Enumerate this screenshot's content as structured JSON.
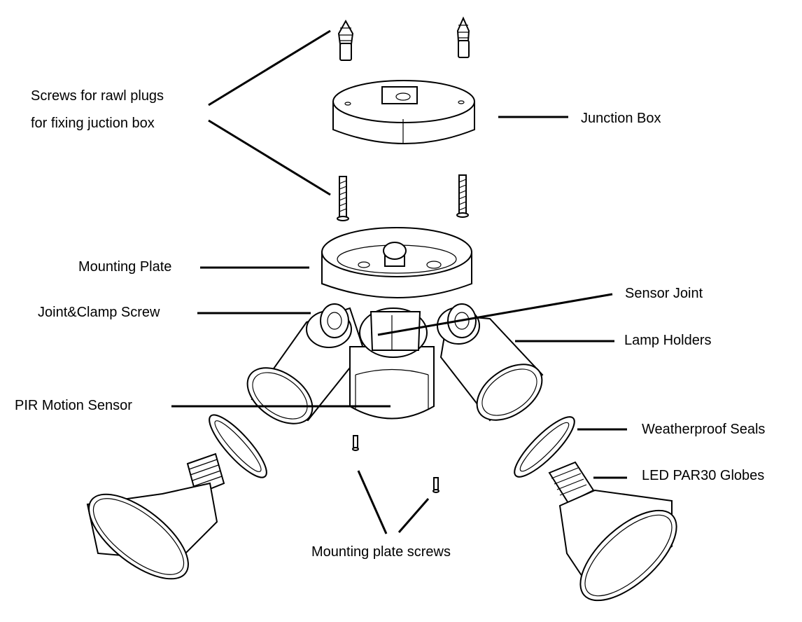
{
  "labels": {
    "screws_line1": "Screws for rawl plugs",
    "screws_line2": "for fixing juction box",
    "junction_box": "Junction Box",
    "mounting_plate": "Mounting Plate",
    "sensor_joint": "Sensor Joint",
    "joint_clamp_screw": "Joint&Clamp Screw",
    "lamp_holders": "Lamp Holders",
    "pir_motion_sensor": "PIR Motion Sensor",
    "weatherproof_seals": "Weatherproof Seals",
    "led_globes": "LED PAR30 Globes",
    "mounting_plate_screws": "Mounting plate screws"
  }
}
